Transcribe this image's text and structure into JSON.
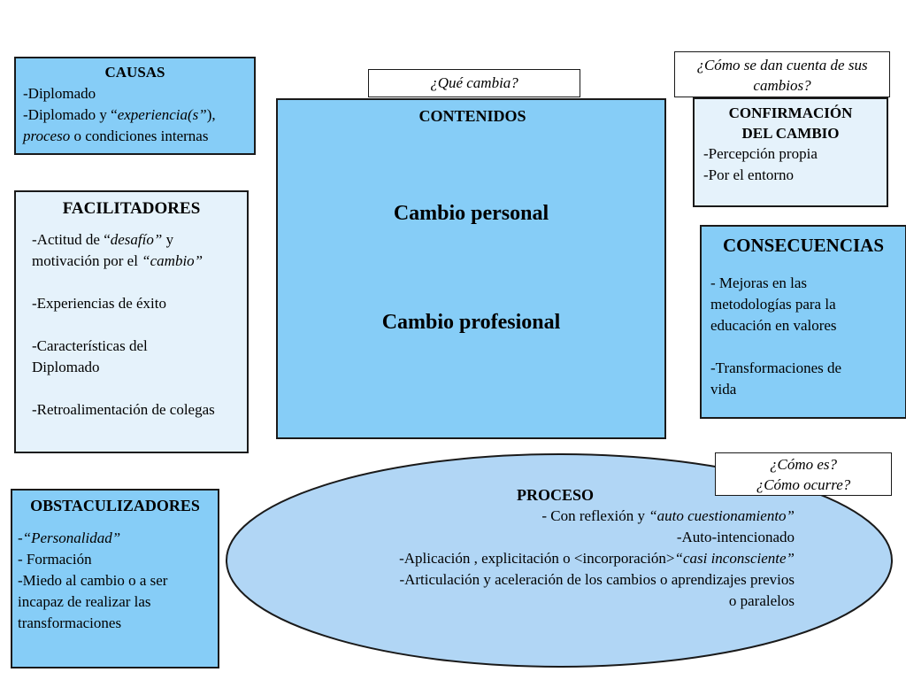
{
  "causas": {
    "title": "CAUSAS",
    "line1": "-Diplomado",
    "line2_a": "-Diplomado y “",
    "line2_b": "experiencia(s”",
    "line2_c": "),",
    "line3_a": "proceso",
    "line3_b": " o condiciones internas"
  },
  "facilitadores": {
    "title": "FACILITADORES",
    "item1_a": "-Actitud de “",
    "item1_b": "desafío”",
    "item1_c": " y",
    "item1_d": "motivación por el  ",
    "item1_e": "“cambio”",
    "item2": "-Experiencias de éxito",
    "item3_a": "-Características del",
    "item3_b": "Diplomado",
    "item4": "-Retroalimentación de colegas"
  },
  "obstaculizadores": {
    "title": "OBSTACULIZADORES",
    "item1_a": "-",
    "item1_b": "“Personalidad”",
    "item2": "- Formación",
    "item3_a": "-Miedo al cambio o a ser",
    "item3_b": "incapaz de realizar las",
    "item3_c": "transformaciones"
  },
  "contenidos": {
    "title": "CONTENIDOS",
    "big1": "Cambio personal",
    "big2": "Cambio profesional"
  },
  "confirmacion": {
    "title1": "CONFIRMACIÓN",
    "title2": "DEL CAMBIO",
    "item1": "-Percepción propia",
    "item2": "-Por el entorno"
  },
  "consecuencias": {
    "title": "CONSECUENCIAS",
    "item1_a": "- Mejoras en las",
    "item1_b": "metodologías para la",
    "item1_c": "educación en valores",
    "item2_a": "-Transformaciones de",
    "item2_b": "vida"
  },
  "questions": {
    "que_cambia": "¿Qué cambia?",
    "como_dan_1": "¿Cómo se dan cuenta de sus",
    "como_dan_2": "cambios?",
    "como_es": "¿Cómo es?",
    "como_ocurre": "¿Cómo ocurre?"
  },
  "proceso": {
    "title": "PROCESO",
    "line1_a": "- Con reflexión y  ",
    "line1_b": "“auto cuestionamiento”",
    "line2": "-Auto-intencionado",
    "line3_a": "-Aplicación , explicitación o <incorporación>",
    "line3_b": "“casi inconsciente”",
    "line4": "-Articulación y aceleración  de los cambios o aprendizajes previos",
    "line5": "o paralelos"
  },
  "colors": {
    "blue_box": "#86cdf7",
    "light_box": "#e5f2fb",
    "ellipse": "#b1d6f5",
    "border": "#1a1a1a"
  }
}
